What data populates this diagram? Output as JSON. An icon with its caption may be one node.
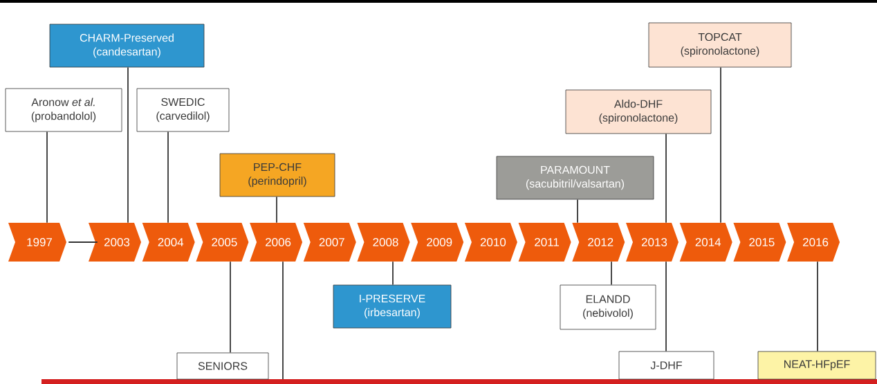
{
  "diagram": {
    "nodes": [
      {
        "text": [
          "1997"
        ]
      },
      {
        "text": [
          "2003"
        ]
      },
      {
        "text": [
          "2004"
        ]
      },
      {
        "text": [
          "2005"
        ]
      },
      {
        "text": [
          "2006"
        ]
      },
      {
        "text": [
          "2007"
        ]
      },
      {
        "text": [
          "2008"
        ]
      },
      {
        "text": [
          "2009"
        ]
      },
      {
        "text": [
          "2010"
        ]
      },
      {
        "text": [
          "2011"
        ]
      },
      {
        "text": [
          "2012"
        ]
      },
      {
        "text": [
          "2013"
        ]
      },
      {
        "text": [
          "2014"
        ]
      },
      {
        "text": [
          "2015"
        ]
      },
      {
        "text": [
          "2016"
        ]
      },
      {
        "text": [
          "CHARM-Preserved",
          "(candesartan)"
        ]
      },
      {
        "text": [
          "TOPCAT",
          "(spironolactone)"
        ]
      },
      {
        "text": [
          "Aronow *et al.*",
          "(probandolol)"
        ]
      },
      {
        "text": [
          "SWEDIC",
          "(carvedilol)"
        ]
      },
      {
        "text": [
          "Aldo-DHF",
          "(spironolactone)"
        ]
      },
      {
        "text": [
          "PEP-CHF",
          "(perindopril)"
        ]
      },
      {
        "text": [
          "PARAMOUNT",
          "(sacubitril/valsartan)"
        ]
      },
      {
        "text": [
          "I-PRESERVE",
          "(irbesartan)"
        ]
      },
      {
        "text": [
          "ELANDD",
          "(nebivolol)"
        ]
      },
      {
        "text": [
          "SENIORS"
        ]
      },
      {
        "text": [
          "J-DHF"
        ]
      },
      {
        "text": [
          "NEAT-HFpEF"
        ]
      }
    ],
    "edges": [
      {
        "from": 0,
        "to": 1,
        "arrow": "none"
      },
      {
        "from": 15,
        "to": 1,
        "arrow": "none"
      },
      {
        "from": 16,
        "to": 12,
        "arrow": "none"
      },
      {
        "from": 17,
        "to": 0,
        "arrow": "none"
      },
      {
        "from": 18,
        "to": 2,
        "arrow": "none"
      },
      {
        "from": 19,
        "to": 11,
        "arrow": "none"
      },
      {
        "from": 20,
        "to": 4,
        "arrow": "none"
      },
      {
        "from": 21,
        "to": 10,
        "arrow": "none"
      },
      {
        "from": 22,
        "to": 6,
        "arrow": "none"
      },
      {
        "from": 23,
        "to": 10,
        "arrow": "none"
      },
      {
        "from": 24,
        "to": 3,
        "arrow": "none"
      },
      {
        "from": 4,
        "to": null,
        "arrow": "none"
      },
      {
        "from": 25,
        "to": 11,
        "arrow": "none"
      },
      {
        "from": 26,
        "to": 14,
        "arrow": "none"
      }
    ]
  }
}
